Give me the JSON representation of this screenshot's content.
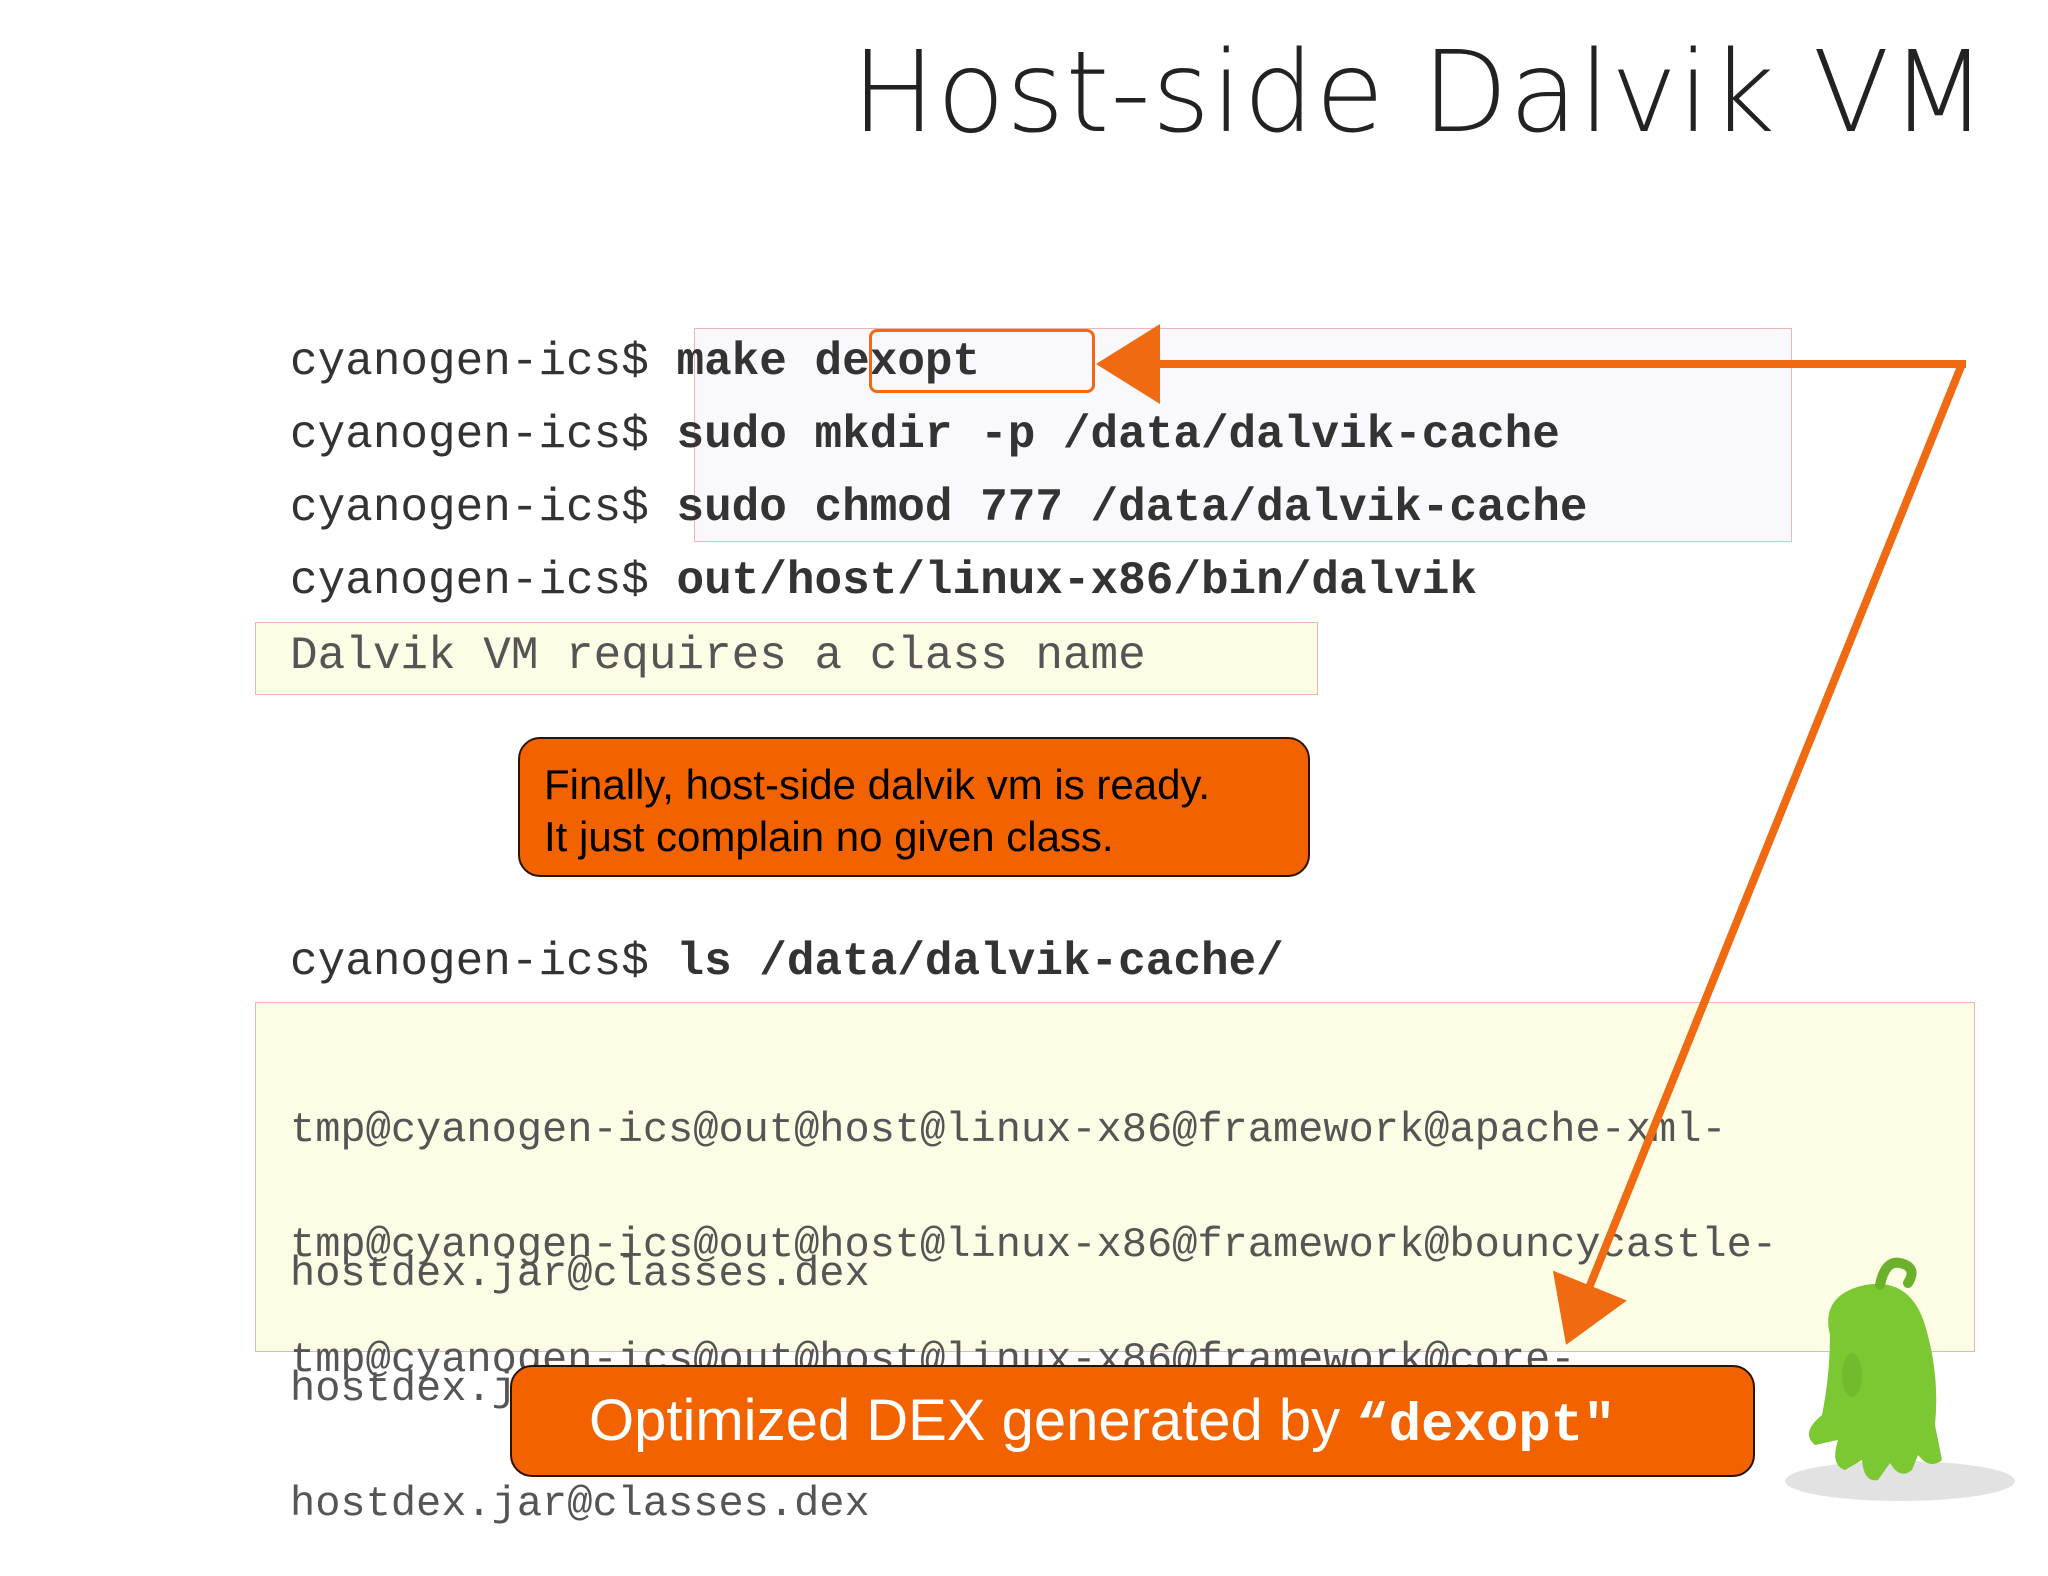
{
  "title": "Host-side Dalvik VM",
  "terminal": {
    "prompt": "cyanogen-ics$",
    "commands": [
      {
        "prompt": "cyanogen-ics$",
        "text": "make ",
        "highlight": "dexopt"
      },
      {
        "prompt": "cyanogen-ics$",
        "text": "sudo mkdir -p /data/dalvik-cache"
      },
      {
        "prompt": "cyanogen-ics$",
        "text": "sudo chmod 777 /data/dalvik-cache"
      },
      {
        "prompt": "cyanogen-ics$",
        "text": "out/host/linux-x86/bin/dalvik"
      }
    ],
    "error_output": "Dalvik VM requires a class name",
    "ls_command": {
      "prompt": "cyanogen-ics$",
      "text": "ls /data/dalvik-cache/"
    },
    "ls_output": [
      {
        "line1": "tmp@cyanogen-ics@out@host@linux-x86@framework@apache-xml-",
        "line2": "hostdex.jar@classes.dex"
      },
      {
        "line1": "tmp@cyanogen-ics@out@host@linux-x86@framework@bouncycastle-",
        "line2": "hostdex.jar@classes.dex"
      },
      {
        "line1": "tmp@cyanogen-ics@out@host@linux-x86@framework@core-",
        "line2": "hostdex.jar@classes.dex"
      }
    ]
  },
  "callouts": {
    "ready": {
      "line1": "Finally, host-side dalvik vm is ready.",
      "line2": "It just complain no given class."
    },
    "optimized": {
      "text": "Optimized DEX generated by ",
      "quoted": "“dexopt\""
    }
  },
  "colors": {
    "accent": "#f26300",
    "arrow": "#f06a12",
    "mascot": "#7bc832"
  }
}
